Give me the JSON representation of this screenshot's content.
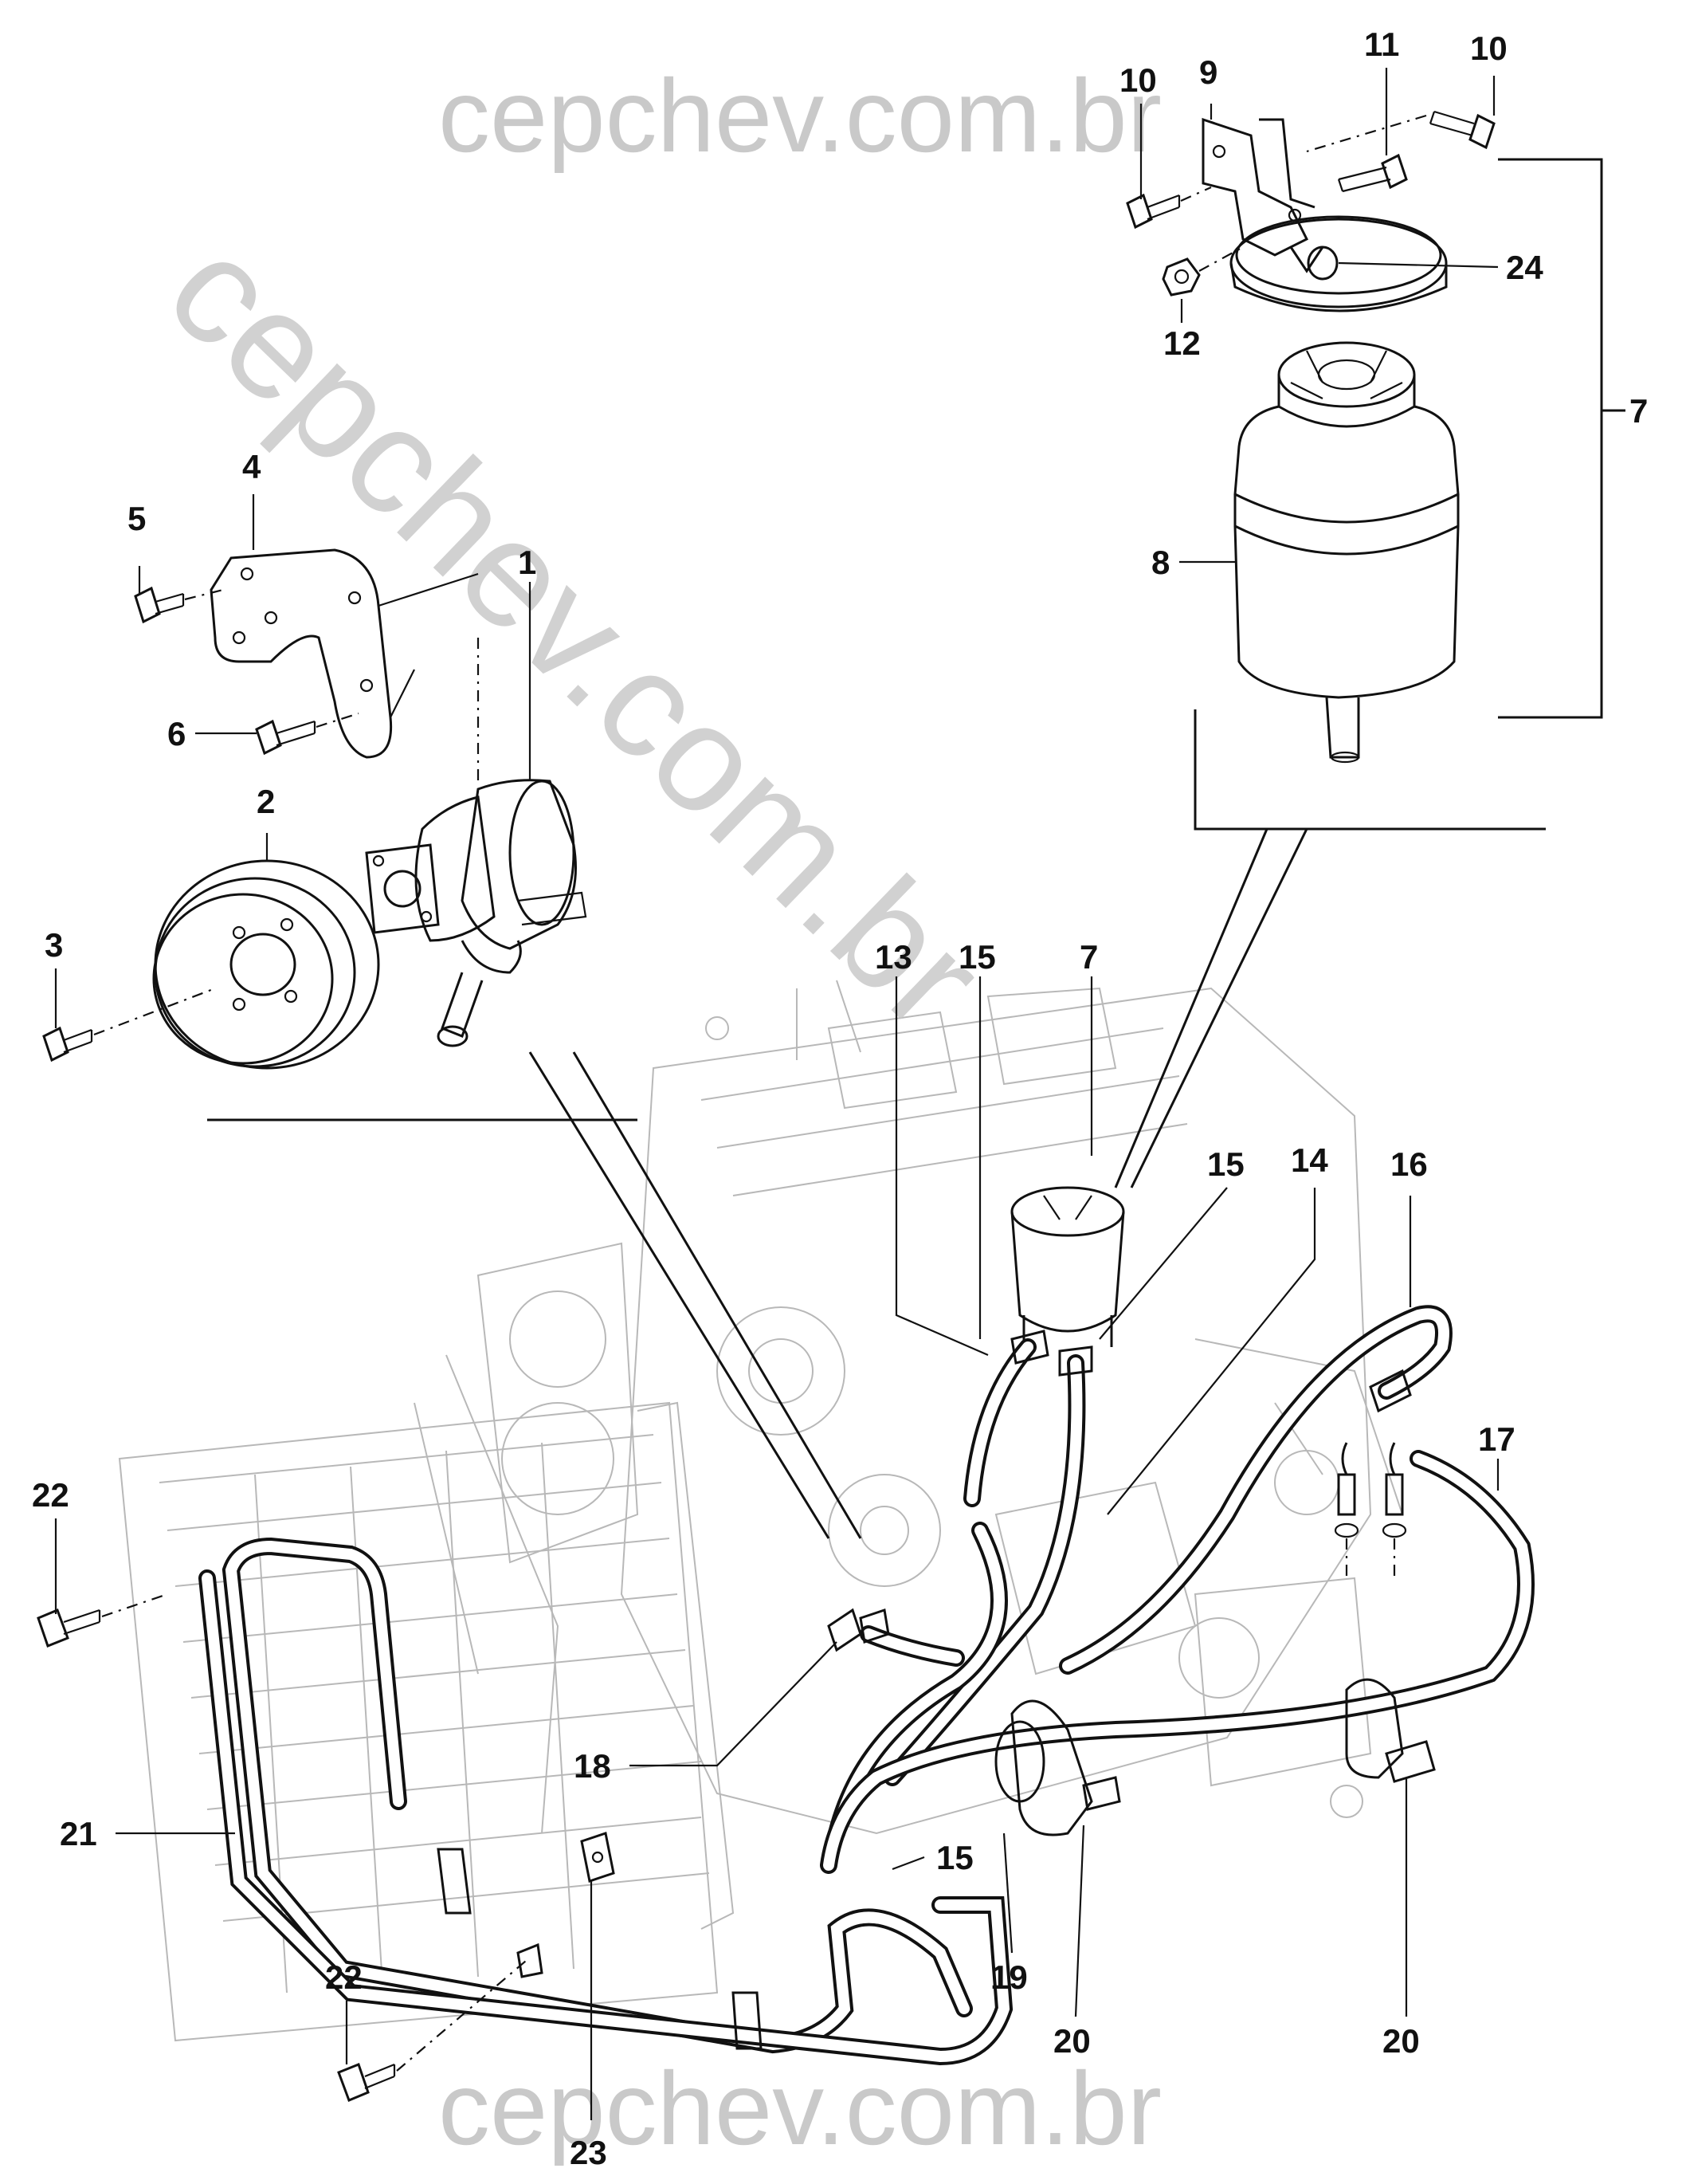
{
  "watermark": {
    "top": "cepchev.com.br",
    "diagonal": "cepchev.com.br",
    "bottom": "cepchev.com.br",
    "color": "#c9c9c9"
  },
  "callouts": [
    {
      "id": "c1",
      "text": "1"
    },
    {
      "id": "c2",
      "text": "2"
    },
    {
      "id": "c3",
      "text": "3"
    },
    {
      "id": "c4",
      "text": "4"
    },
    {
      "id": "c5",
      "text": "5"
    },
    {
      "id": "c6",
      "text": "6"
    },
    {
      "id": "c7a",
      "text": "7"
    },
    {
      "id": "c7b",
      "text": "7"
    },
    {
      "id": "c8",
      "text": "8"
    },
    {
      "id": "c9",
      "text": "9"
    },
    {
      "id": "c10a",
      "text": "10"
    },
    {
      "id": "c10b",
      "text": "10"
    },
    {
      "id": "c11",
      "text": "11"
    },
    {
      "id": "c12",
      "text": "12"
    },
    {
      "id": "c13",
      "text": "13"
    },
    {
      "id": "c14",
      "text": "14"
    },
    {
      "id": "c15a",
      "text": "15"
    },
    {
      "id": "c15b",
      "text": "15"
    },
    {
      "id": "c15c",
      "text": "15"
    },
    {
      "id": "c16",
      "text": "16"
    },
    {
      "id": "c17",
      "text": "17"
    },
    {
      "id": "c18",
      "text": "18"
    },
    {
      "id": "c19",
      "text": "19"
    },
    {
      "id": "c20a",
      "text": "20"
    },
    {
      "id": "c20b",
      "text": "20"
    },
    {
      "id": "c21",
      "text": "21"
    },
    {
      "id": "c22a",
      "text": "22"
    },
    {
      "id": "c22b",
      "text": "22"
    },
    {
      "id": "c23",
      "text": "23"
    },
    {
      "id": "c24",
      "text": "24"
    }
  ]
}
